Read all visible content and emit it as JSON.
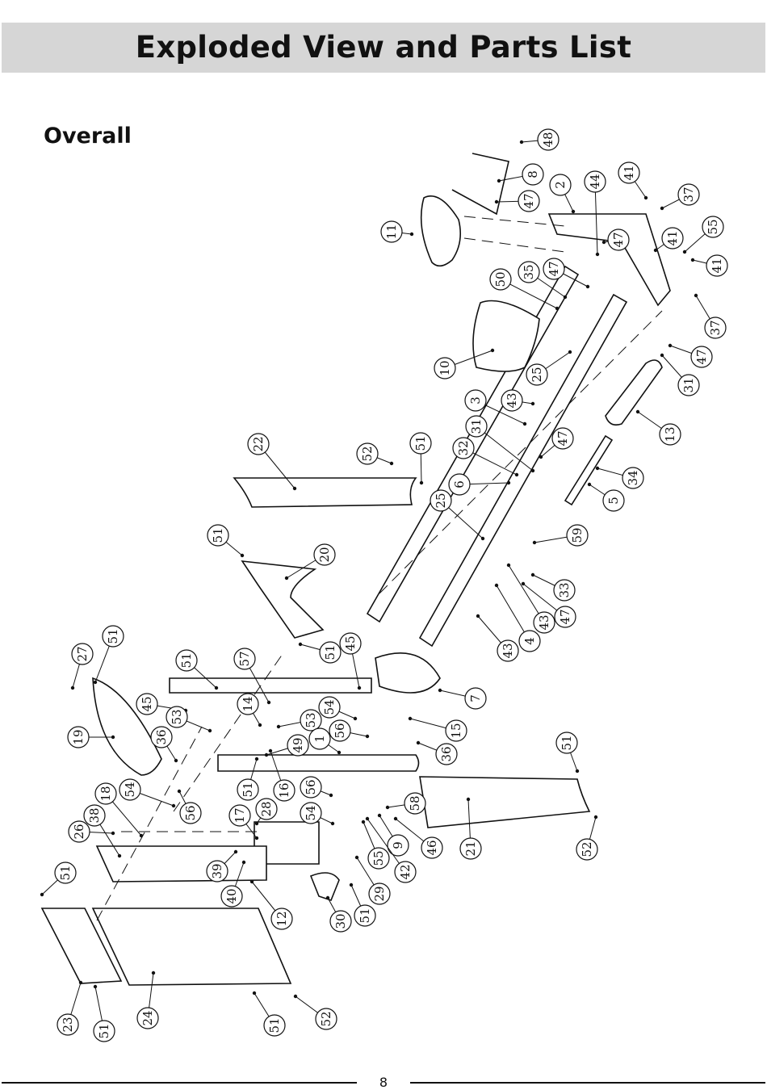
{
  "header": {
    "title": "Exploded View and Parts List"
  },
  "section": {
    "title": "Overall"
  },
  "footer": {
    "page_number": "8"
  },
  "diagram": {
    "callouts": [
      "48",
      "8",
      "47",
      "2",
      "44",
      "41",
      "37",
      "41",
      "55",
      "41",
      "37",
      "47",
      "11",
      "47",
      "50",
      "35",
      "10",
      "25",
      "47",
      "31",
      "13",
      "3",
      "43",
      "31",
      "47",
      "32",
      "6",
      "34",
      "5",
      "22",
      "52",
      "51",
      "25",
      "59",
      "51",
      "20",
      "33",
      "43",
      "47",
      "43",
      "4",
      "27",
      "51",
      "57",
      "51",
      "45",
      "7",
      "51",
      "45",
      "54",
      "15",
      "53",
      "53",
      "19",
      "36",
      "14",
      "49",
      "1",
      "56",
      "36",
      "51",
      "18",
      "54",
      "56",
      "51",
      "16",
      "56",
      "58",
      "38",
      "17",
      "28",
      "54",
      "46",
      "21",
      "52",
      "26",
      "9",
      "42",
      "55",
      "51",
      "39",
      "40",
      "12",
      "29",
      "30",
      "51",
      "23",
      "51",
      "24",
      "51",
      "52"
    ]
  }
}
